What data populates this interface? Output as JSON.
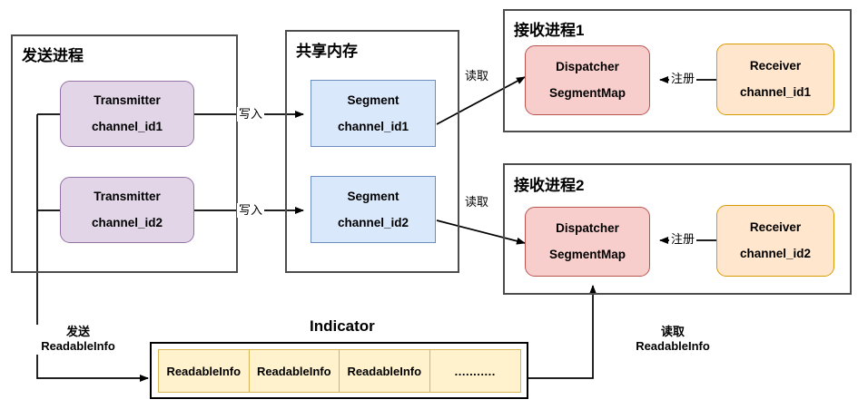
{
  "diagram": {
    "title_visible": false,
    "colors": {
      "purple_fill": "#e1d5e7",
      "purple_stroke": "#9673a6",
      "blue_fill": "#dae8fc",
      "blue_stroke": "#6c8ebf",
      "pink_fill": "#f8cecc",
      "pink_stroke": "#b85450",
      "orange_fill": "#ffe6cc",
      "orange_stroke": "#d79b00",
      "yellow_fill": "#fff2cc",
      "yellow_stroke": "#d6b656",
      "container_stroke": "#4d4d4d",
      "line": "#000000"
    }
  },
  "send_process": {
    "title": "发送进程",
    "transmitters": [
      {
        "line1": "Transmitter",
        "line2": "channel_id1"
      },
      {
        "line1": "Transmitter",
        "line2": "channel_id2"
      }
    ]
  },
  "shared_memory": {
    "title": "共享内存",
    "segments": [
      {
        "line1": "Segment",
        "line2": "channel_id1"
      },
      {
        "line1": "Segment",
        "line2": "channel_id2"
      }
    ]
  },
  "recv_processes": [
    {
      "title": "接收进程1",
      "dispatcher": {
        "line1": "Dispatcher",
        "line2": "SegmentMap"
      },
      "receiver": {
        "line1": "Receiver",
        "line2": "channel_id1"
      },
      "register_label": "注册"
    },
    {
      "title": "接收进程2",
      "dispatcher": {
        "line1": "Dispatcher",
        "line2": "SegmentMap"
      },
      "receiver": {
        "line1": "Receiver",
        "line2": "channel_id2"
      },
      "register_label": "注册"
    }
  ],
  "edges": {
    "write1": "写入",
    "write2": "写入",
    "read1": "读取",
    "read2": "读取",
    "send_readable_line1": "发送",
    "send_readable_line2": "ReadableInfo",
    "read_readable_line1": "读取",
    "read_readable_line2": "ReadableInfo"
  },
  "indicator": {
    "title": "Indicator",
    "cells": [
      "ReadableInfo",
      "ReadableInfo",
      "ReadableInfo",
      "..........."
    ]
  }
}
